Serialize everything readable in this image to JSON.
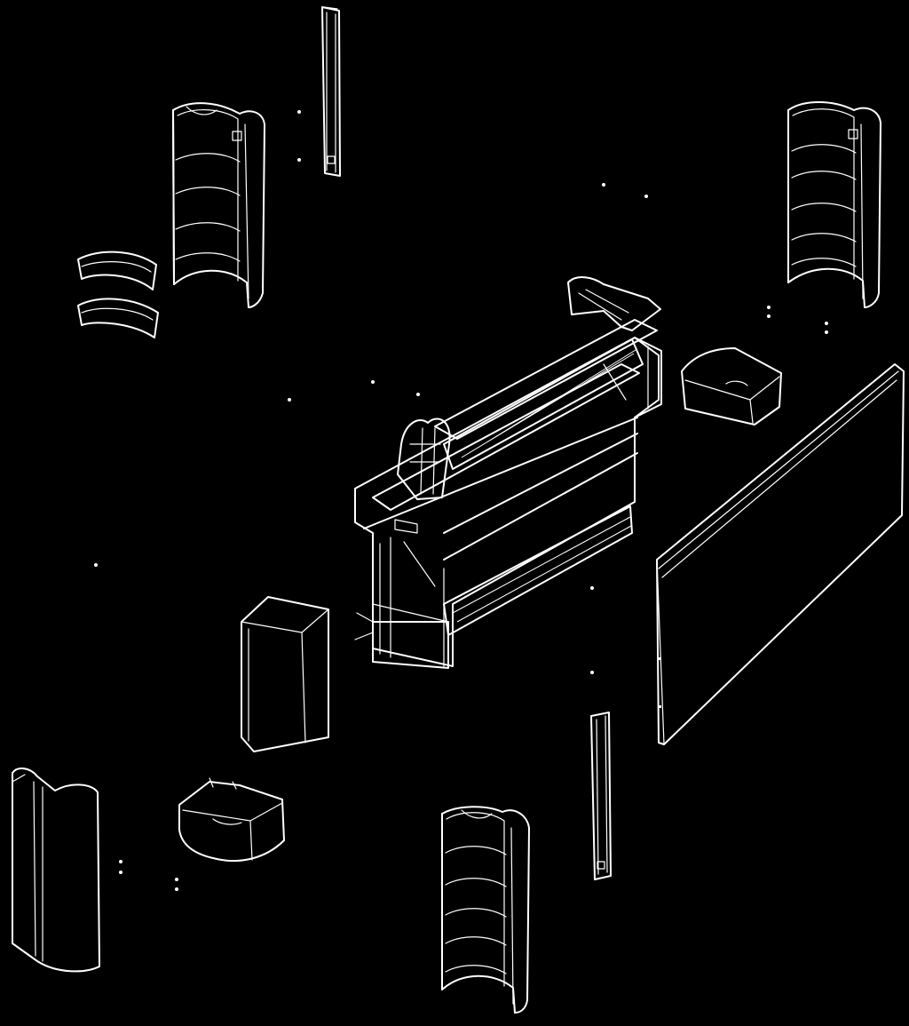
{
  "diagram": {
    "type": "exploded-assembly-line-drawing",
    "background": "#000000",
    "line_color": "#ffffff",
    "parts": [
      "vertical-strip-top",
      "curved-column-panel-top-left",
      "curved-bracket-upper",
      "curved-bracket-lower",
      "curved-column-panel-top-right",
      "main-frame-assembly",
      "tray-box-right",
      "front-panel-right",
      "corner-cabinet",
      "end-cover-bottom-left",
      "tray-box-bottom",
      "curved-column-panel-bottom",
      "vertical-strip-bottom"
    ]
  }
}
